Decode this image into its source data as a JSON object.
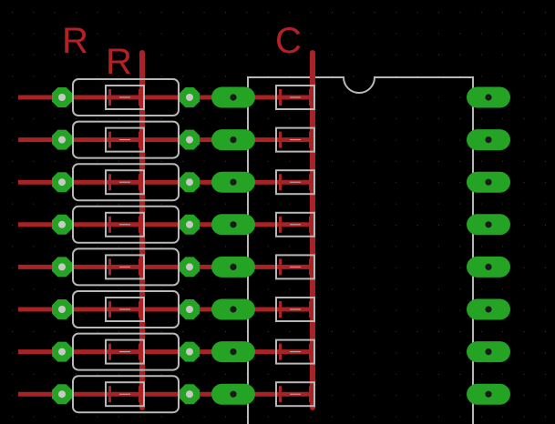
{
  "editor": {
    "background": "#000000",
    "grid_color": "#3a3a3a",
    "trace_color": "#a82226",
    "pad_color": "#24a324",
    "outline_color": "#b8b8b8",
    "drill_color": "#1a1a1a"
  },
  "labels": {
    "resistor_array_a": "R",
    "resistor_array_b": "R",
    "capacitor_array": "C"
  },
  "components": {
    "resistor_rows": 8,
    "capacitor_rows": 8,
    "ic_right_pins": 8
  }
}
